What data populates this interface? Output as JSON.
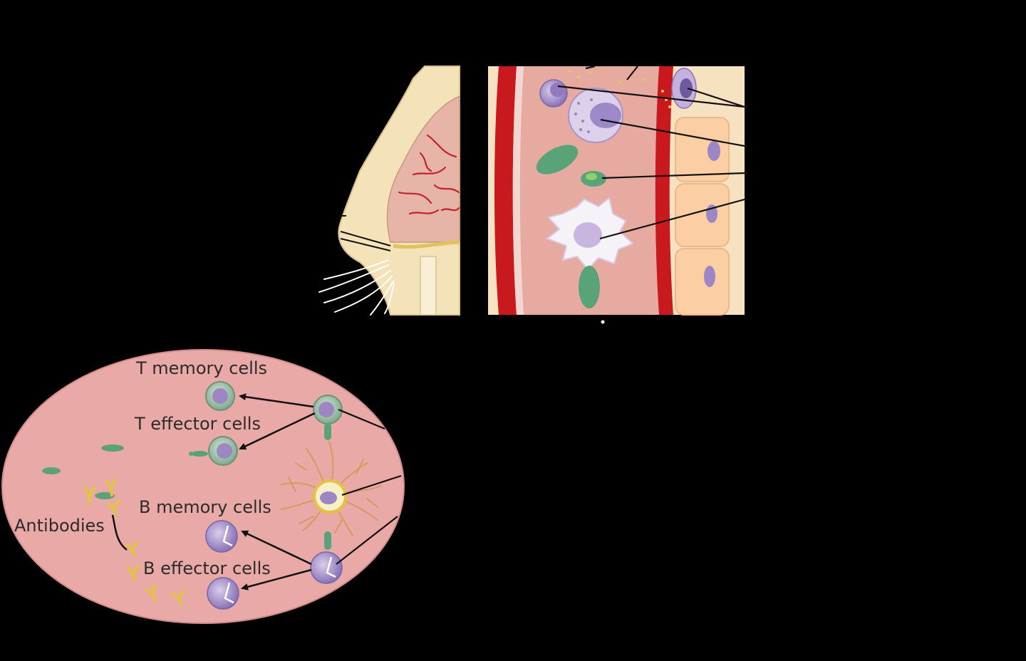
{
  "labels": {
    "t_memory": "T memory cells",
    "t_effector": "T effector cells",
    "b_memory": "B memory cells",
    "b_effector": "B effector cells",
    "antibodies": "Antibodies"
  },
  "colors": {
    "background": "#000000",
    "skin": "#f4e3b8",
    "tissue": "#e7aaa0",
    "vessel": "#c8191f",
    "oval": "#e9a9a6",
    "green_cell": "#4f9a6e",
    "purple_cell": "#9c86c4",
    "antibody": "#e2c441",
    "arrow": "#111111"
  }
}
